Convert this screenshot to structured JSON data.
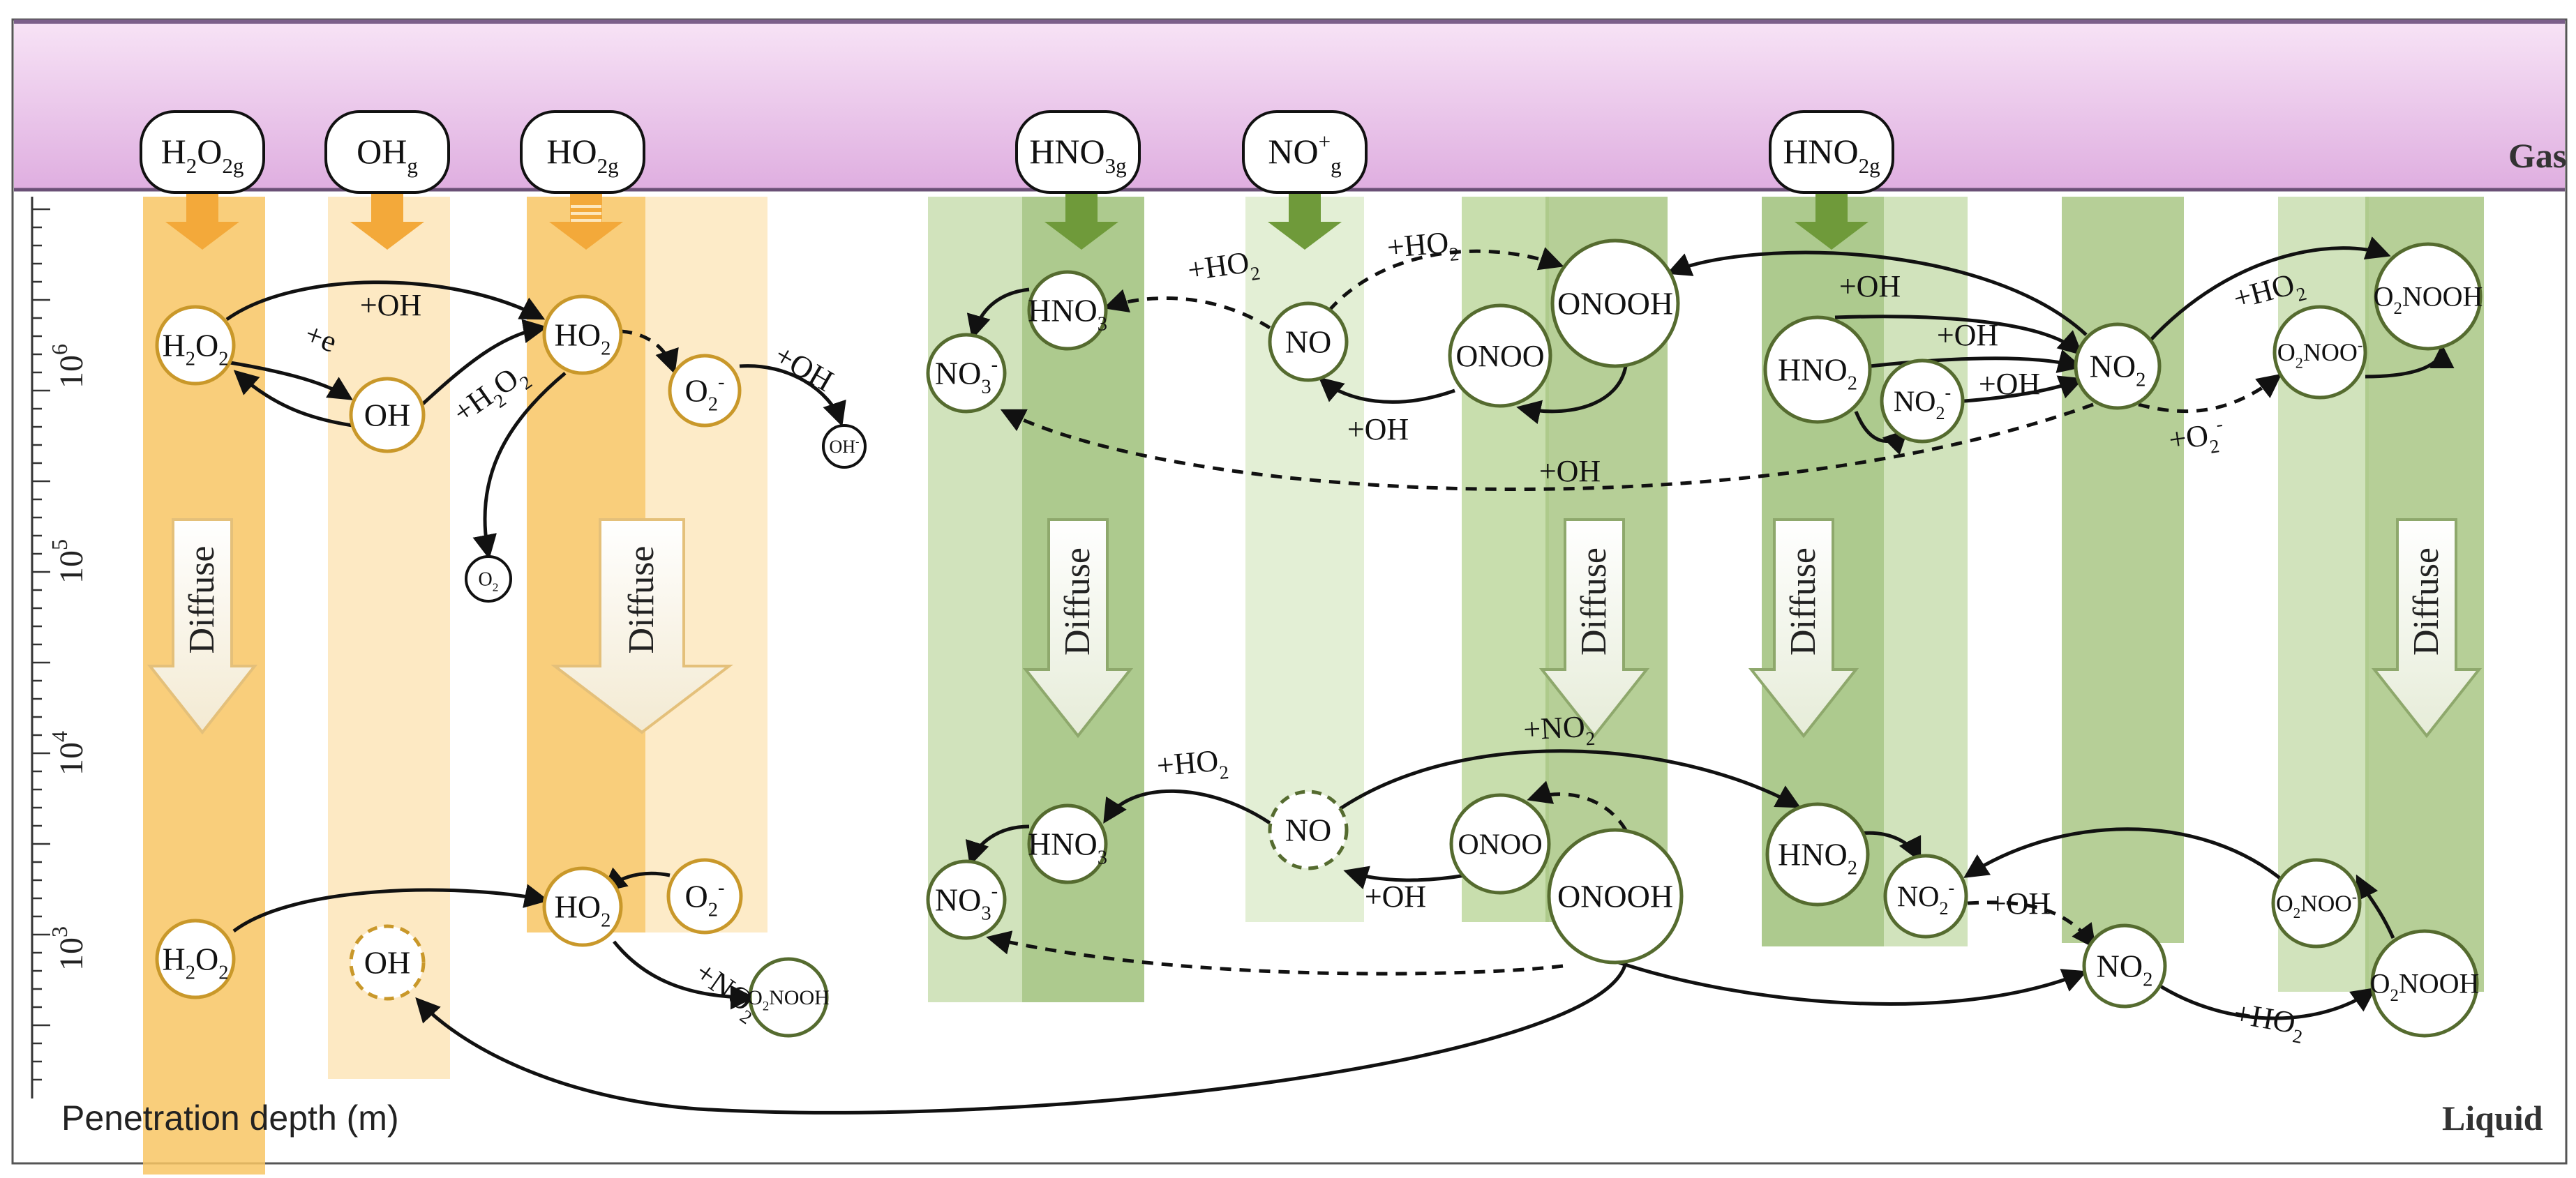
{
  "regions": {
    "gas_label": "Gas",
    "liquid_label": "Liquid",
    "axis_label": "Penetration depth (m)"
  },
  "axis": {
    "ticks": [
      "10",
      "10",
      "10",
      "10"
    ],
    "exponents": [
      "6",
      "5",
      "4",
      "3"
    ]
  },
  "gas_species": [
    {
      "id": "g_h2o2",
      "main": "H",
      "parts": [
        "H",
        "2",
        "O",
        "2",
        "g"
      ]
    },
    {
      "id": "g_oh",
      "parts": [
        "OH",
        "g"
      ]
    },
    {
      "id": "g_ho2",
      "parts": [
        "HO",
        "2g"
      ]
    },
    {
      "id": "g_hno3",
      "parts": [
        "HNO",
        "3g"
      ]
    },
    {
      "id": "g_no",
      "parts": [
        "NO",
        "+",
        "g"
      ]
    },
    {
      "id": "g_hno2",
      "parts": [
        "HNO",
        "2g"
      ]
    }
  ],
  "diffuse_label": "Diffuse",
  "species": {
    "h2o2": [
      "H",
      "2",
      "O",
      "2"
    ],
    "oh": [
      "OH"
    ],
    "ho2": [
      "HO",
      "2"
    ],
    "o2m": [
      "O",
      "2",
      "-"
    ],
    "ohm": [
      "OH",
      "-"
    ],
    "o2": [
      "O",
      "2"
    ],
    "hno3": [
      "HNO",
      "3"
    ],
    "no3m": [
      "NO",
      "3",
      "-"
    ],
    "no": [
      "NO"
    ],
    "onoo": [
      "ONOO"
    ],
    "onooh": [
      "ONOOH"
    ],
    "hno2": [
      "HNO",
      "2"
    ],
    "no2m": [
      "NO",
      "2",
      "-"
    ],
    "no2": [
      "NO",
      "2"
    ],
    "o2noo": [
      "O",
      "2",
      "NOO",
      "-"
    ],
    "o2nooh": [
      "O",
      "2",
      "NOOH"
    ]
  },
  "reactions": {
    "plus_oh": "+OH",
    "plus_e": "+e",
    "plus_h2o2": [
      "+H",
      "2",
      "O",
      "2"
    ],
    "plus_ho2": [
      "+HO",
      "2"
    ],
    "plus_no2": [
      "+NO",
      "2"
    ],
    "plus_o2m": [
      "+O",
      "2",
      "-"
    ]
  }
}
